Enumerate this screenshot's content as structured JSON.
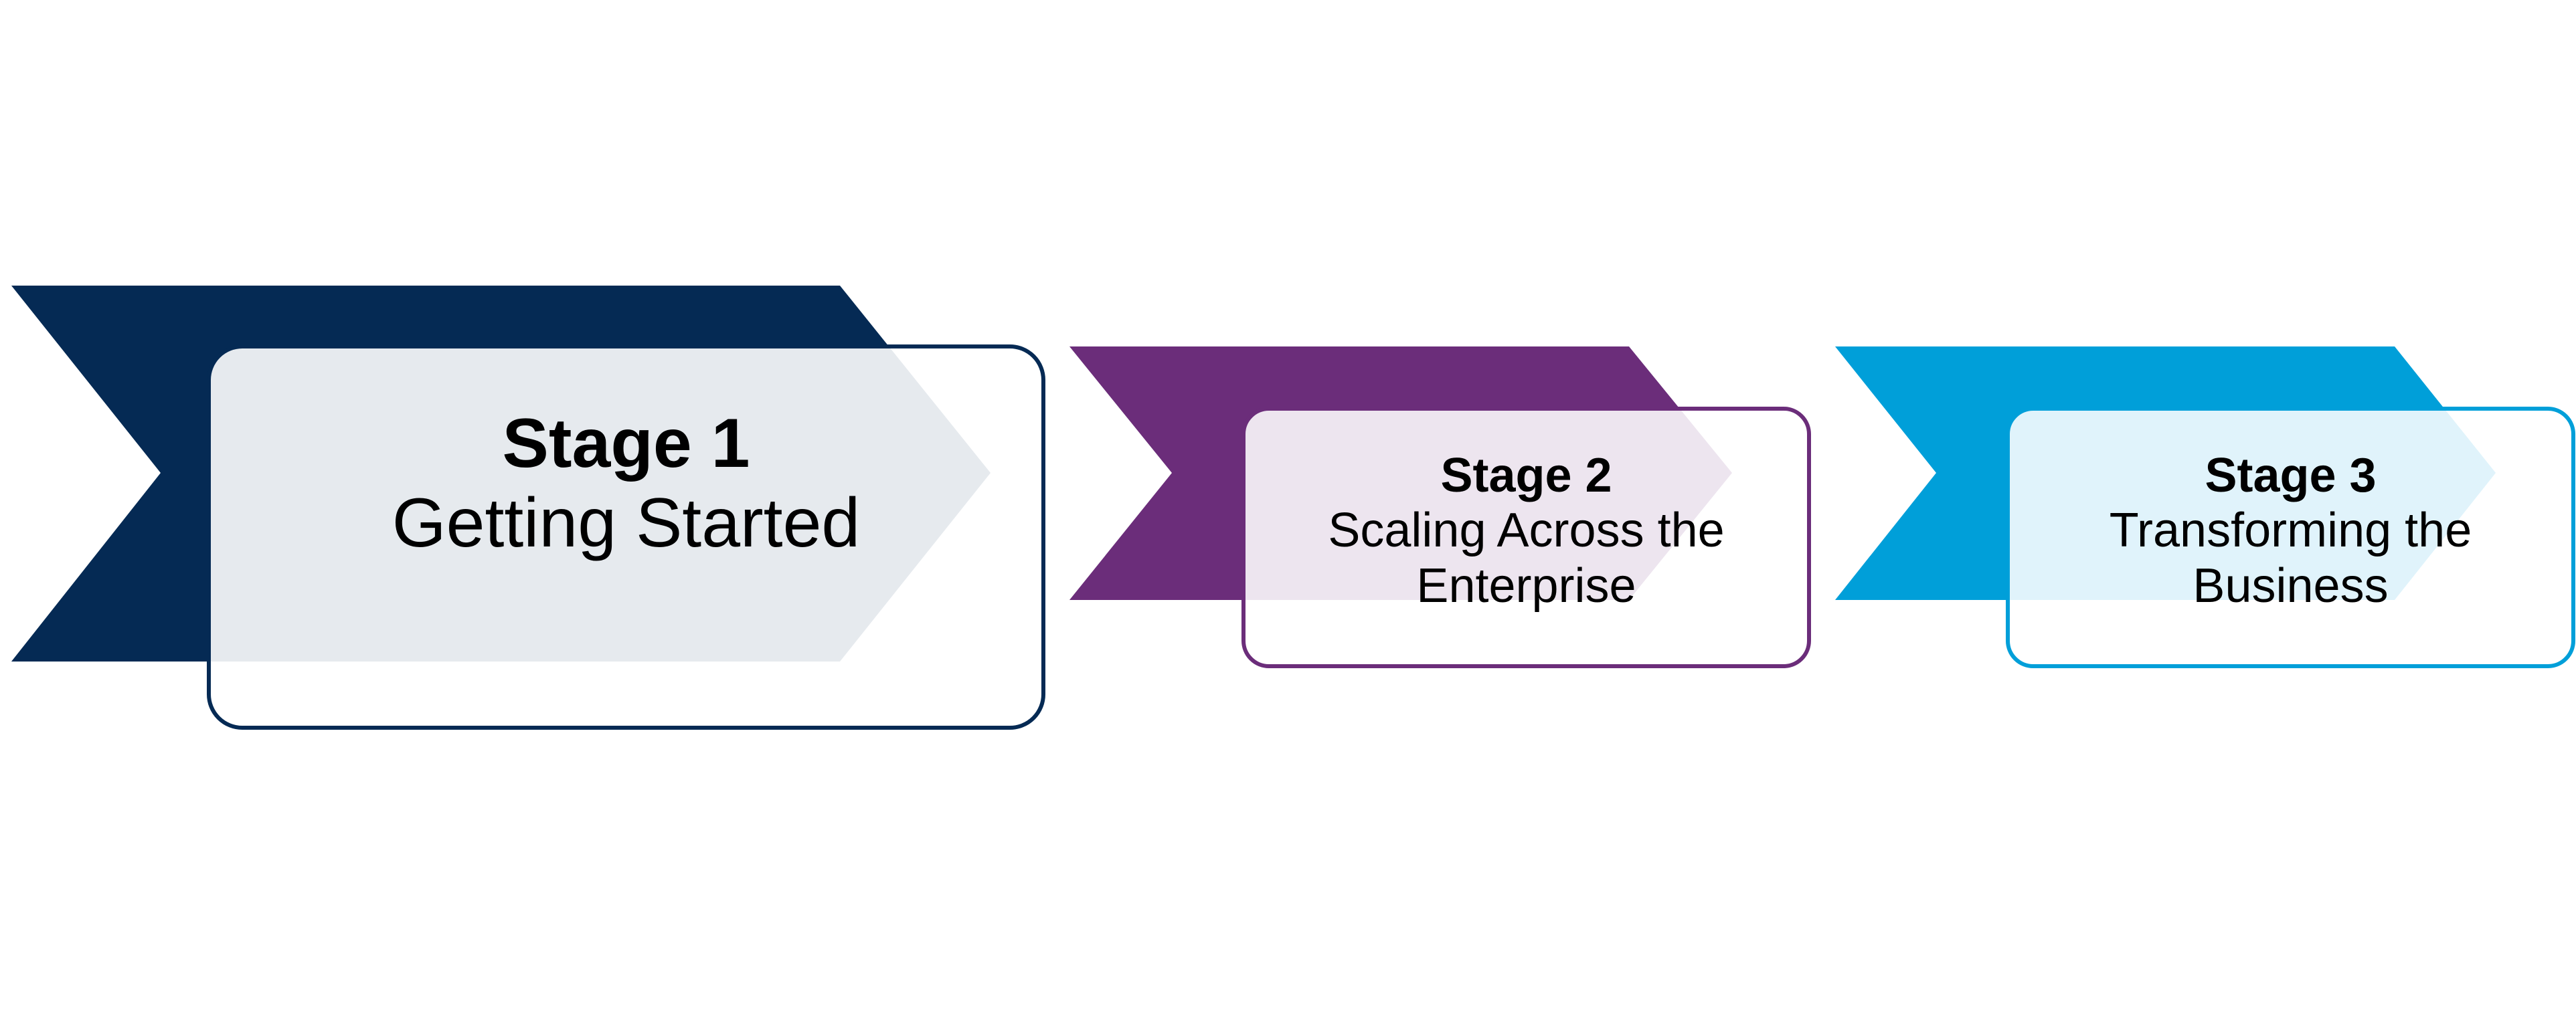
{
  "diagram": {
    "type": "stage-progression",
    "stages": [
      {
        "title": "Stage 1",
        "subtitle": "Getting Started",
        "color": "#052a54"
      },
      {
        "title": "Stage 2",
        "subtitle": "Scaling Across the Enterprise",
        "color": "#6b2d7a"
      },
      {
        "title": "Stage 3",
        "subtitle": "Transforming the Business",
        "color": "#009fd9"
      }
    ]
  }
}
